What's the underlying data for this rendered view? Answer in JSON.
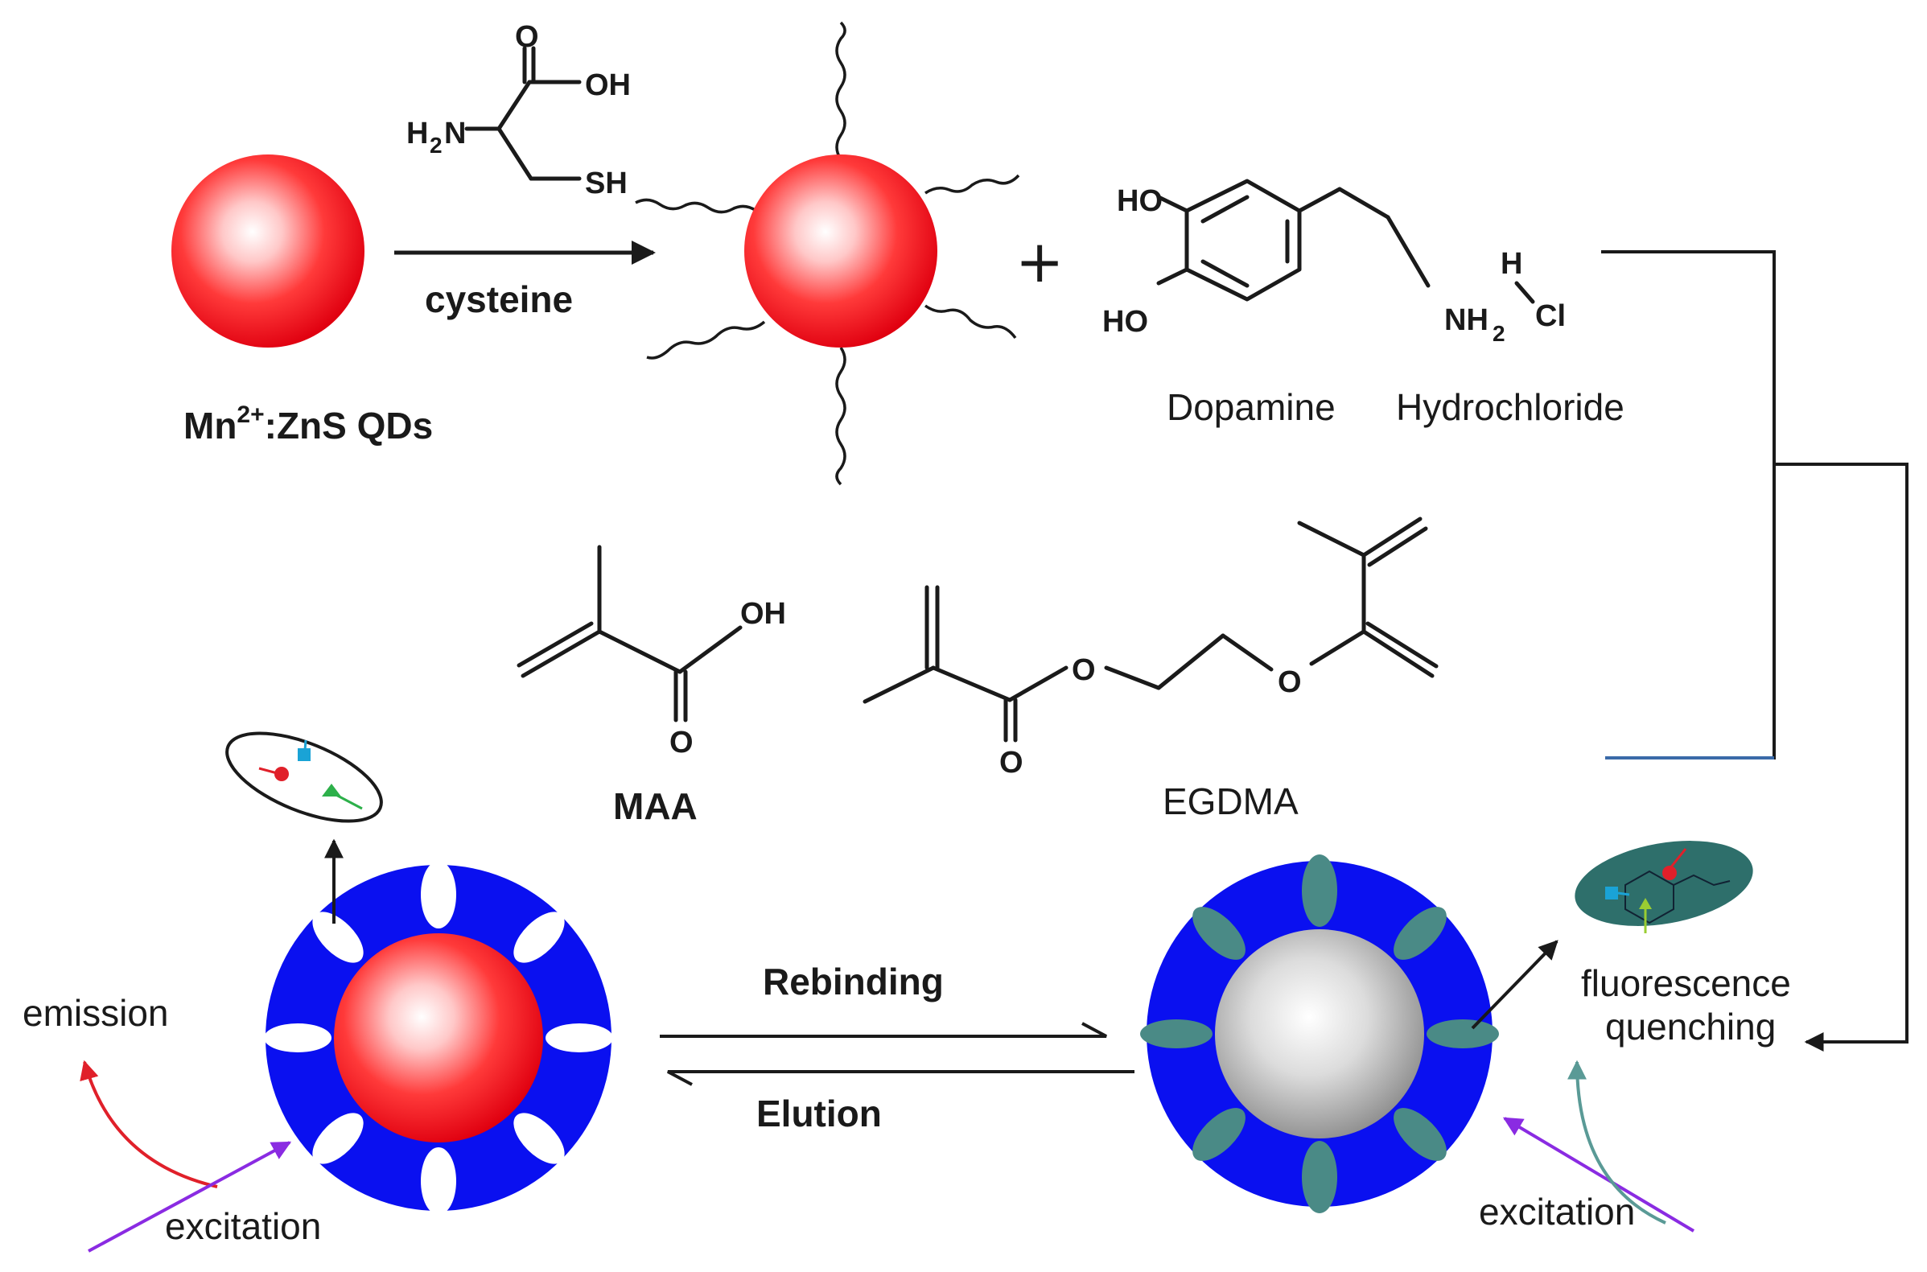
{
  "labels": {
    "qd_prefix": "Mn",
    "qd_sup": "2+",
    "qd_suffix": ":ZnS QDs",
    "cysteine": "cysteine",
    "plus": "+",
    "dopamine": "Dopamine",
    "hydrochloride": "Hydrochloride",
    "maa": "MAA",
    "egdma": "EGDMA",
    "rebinding": "Rebinding",
    "elution": "Elution",
    "emission": "emission",
    "excitation_left": "excitation",
    "excitation_right": "excitation",
    "fluorescence": "fluorescence",
    "quenching": "quenching"
  },
  "atoms": {
    "cys_O": "O",
    "cys_OH": "OH",
    "cys_H": "H",
    "cys_2": "2",
    "cys_N": "N",
    "cys_SH": "SH",
    "dop_HO_top": "HO",
    "dop_HO_bottom": "HO",
    "dop_NH": "NH",
    "dop_2": "2",
    "hcl_H": "H",
    "hcl_Cl": "Cl",
    "maa_OH": "OH",
    "maa_O": "O",
    "eg_O1": "O",
    "eg_O2": "O",
    "eg_O3": "O"
  },
  "colors": {
    "qd_red": "#e8141c",
    "mip_blue": "#0a10f0",
    "cavity_teal": "#4a8a86",
    "emission_red": "#e0202a",
    "excitation_purple": "#8a2be2",
    "quench_teal": "#5a9a96",
    "bracket_line": "#1a1a1a",
    "bracket_blue": "#3a6aa8"
  }
}
